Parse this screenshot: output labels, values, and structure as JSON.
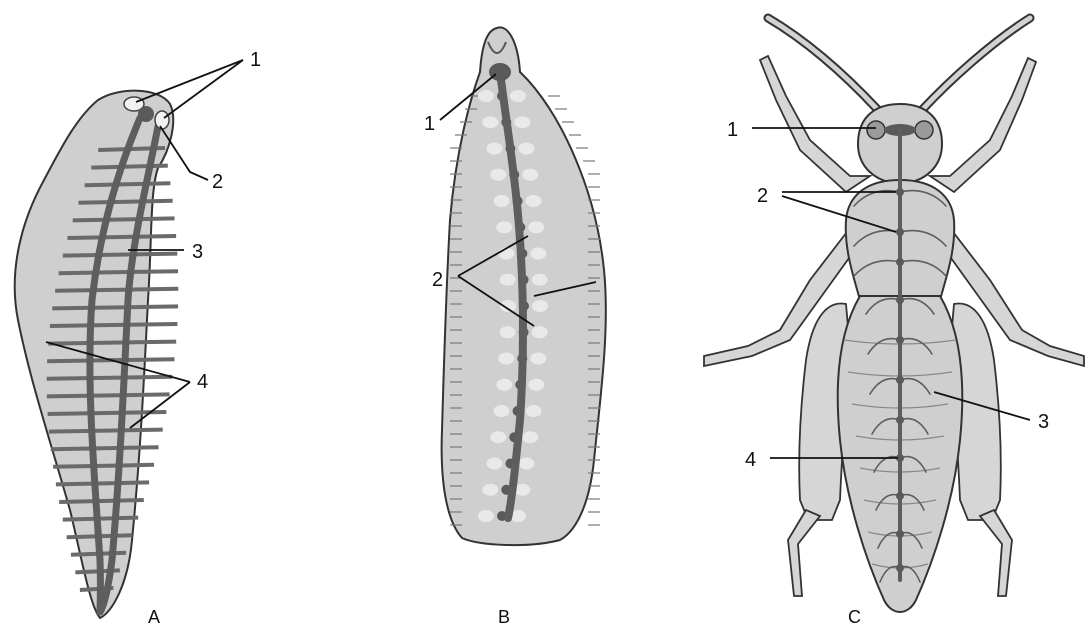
{
  "figures": [
    {
      "id": "A",
      "caption": "A",
      "labels": [
        "1",
        "2",
        "3",
        "4"
      ]
    },
    {
      "id": "B",
      "caption": "B",
      "labels": [
        "1",
        "2"
      ]
    },
    {
      "id": "C",
      "caption": "C",
      "labels": [
        "1",
        "2",
        "3",
        "4"
      ]
    }
  ],
  "colors": {
    "body_fill": "#cfcfcf",
    "nerve": "#5e5e5e",
    "outline": "#333333",
    "label_text": "#111111"
  }
}
